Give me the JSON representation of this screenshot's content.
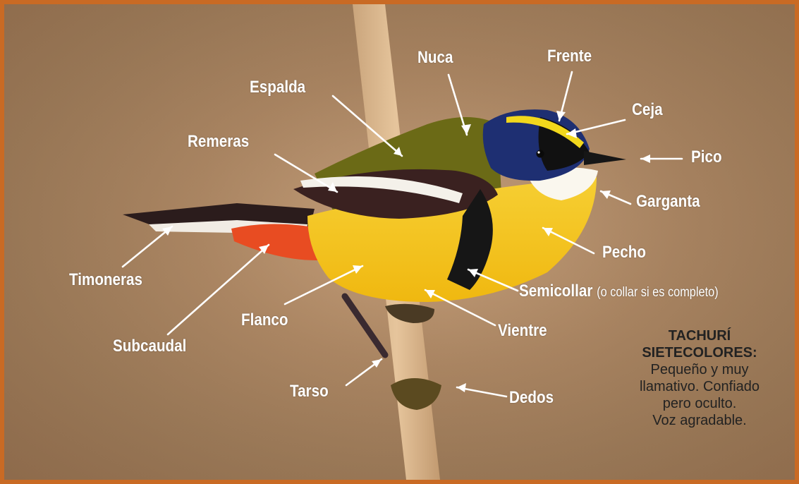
{
  "colors": {
    "frame": "#c96a24",
    "label": "#ffffff",
    "info_text": "#222222"
  },
  "labels": {
    "nuca": "Nuca",
    "frente": "Frente",
    "espalda": "Espalda",
    "ceja": "Ceja",
    "remeras": "Remeras",
    "pico": "Pico",
    "garganta": "Garganta",
    "pecho": "Pecho",
    "timoneras": "Timoneras",
    "semicollar": "Semicollar",
    "semicollar_note": "(o collar si es completo)",
    "flanco": "Flanco",
    "vientre": "Vientre",
    "subcaudal": "Subcaudal",
    "tarso": "Tarso",
    "dedos": "Dedos"
  },
  "info_box": {
    "title_line1": "TACHURÍ",
    "title_line2": "SIETECOLORES:",
    "line1": "Pequeño y muy",
    "line2": "llamativo. Confiado",
    "line3": "pero oculto.",
    "line4": "Voz agradable."
  }
}
